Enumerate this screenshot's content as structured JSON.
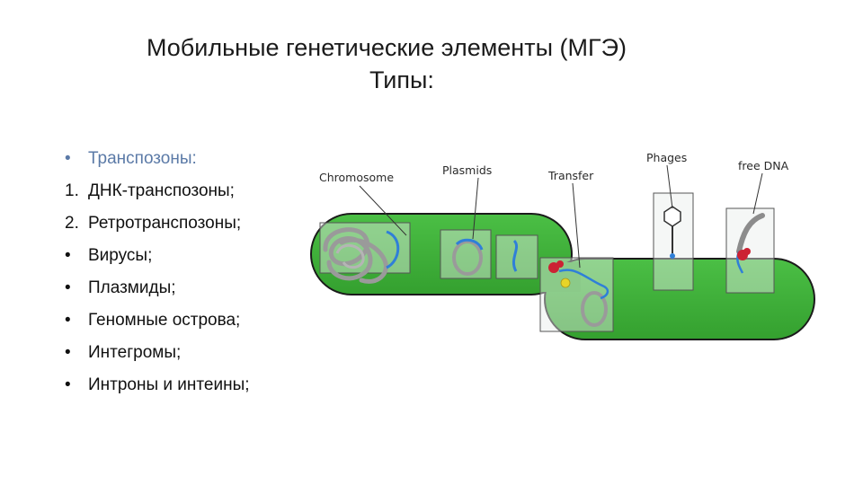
{
  "slide": {
    "title_line1": "Мобильные генетические элементы (МГЭ)",
    "title_line2": "Типы:"
  },
  "list": [
    {
      "marker": "•",
      "text": "Транспозоны:"
    },
    {
      "marker": "1.",
      "text": "ДНК-транспозоны;"
    },
    {
      "marker": "2.",
      "text": "Ретротранспозоны;"
    },
    {
      "marker": "•",
      "text": "Вирусы;"
    },
    {
      "marker": "•",
      "text": "Плазмиды;"
    },
    {
      "marker": "•",
      "text": "Геномные острова;"
    },
    {
      "marker": "•",
      "text": "Интегромы;"
    },
    {
      "marker": "•",
      "text": "Интроны и интеины;"
    }
  ],
  "diagram": {
    "labels": {
      "chromosome": "Chromosome",
      "plasmids": "Plasmids",
      "transfer": "Transfer",
      "phages": "Phages",
      "free_dna": "free DNA"
    },
    "colors": {
      "cell_fill": "#3fae3a",
      "cell_stroke": "#1b1b1b",
      "dna_blue": "#2f7fd8",
      "dna_gray": "#9a9a9a",
      "protein_red": "#cc2233",
      "protein_yellow": "#e8d428"
    }
  }
}
